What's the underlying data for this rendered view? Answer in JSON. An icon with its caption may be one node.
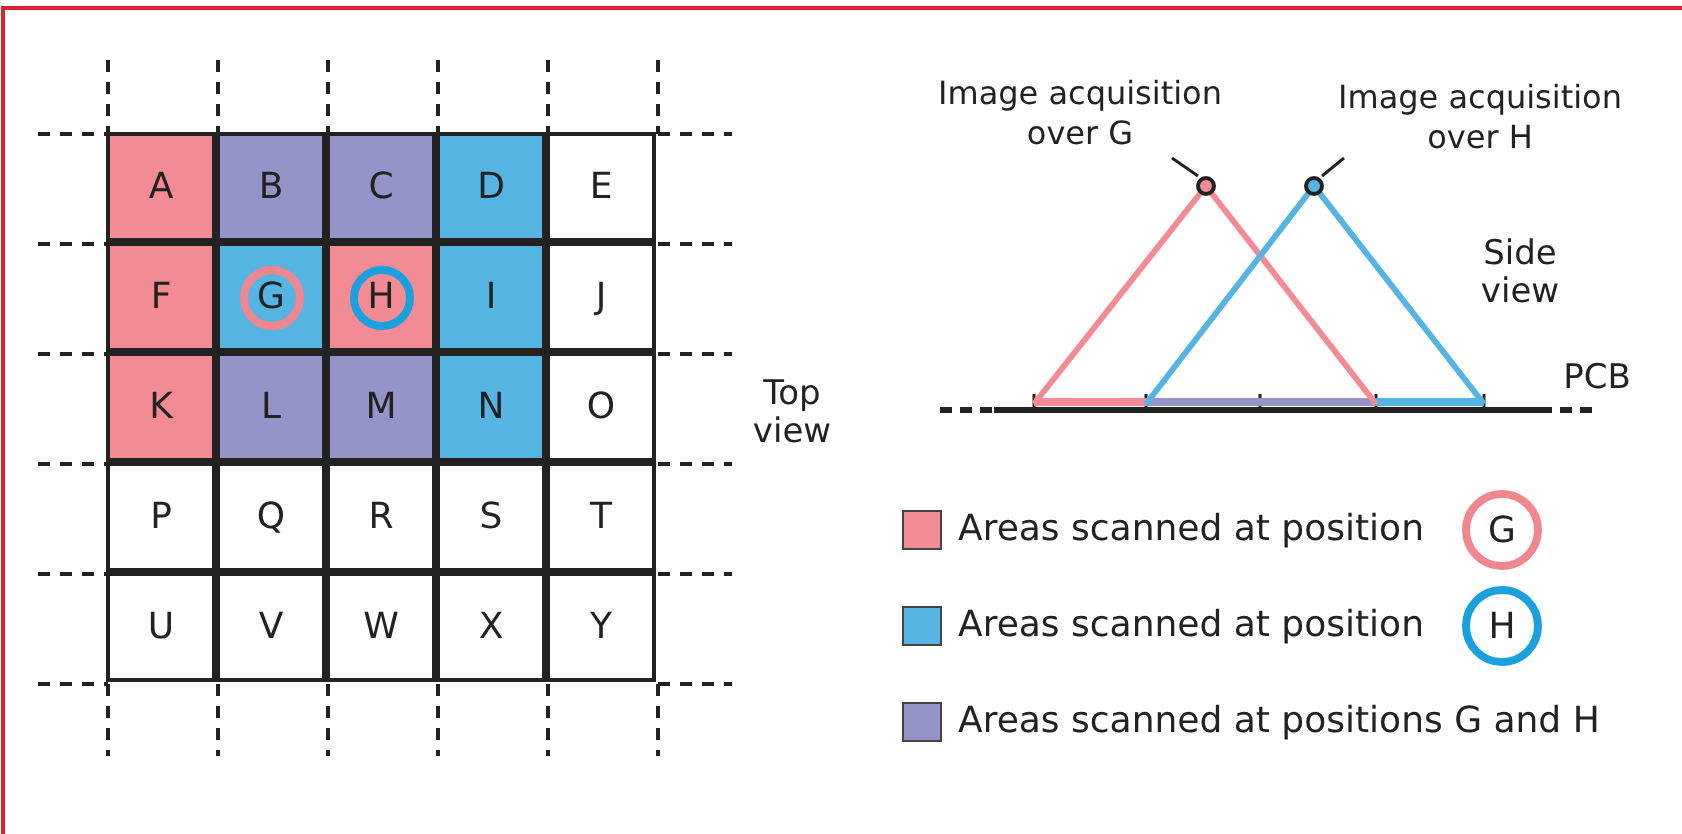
{
  "diagram": {
    "nodes": [
      {
        "text": [
          "A"
        ]
      },
      {
        "text": [
          "B"
        ]
      },
      {
        "text": [
          "C"
        ]
      },
      {
        "text": [
          "D"
        ]
      },
      {
        "text": [
          "E"
        ]
      },
      {
        "text": [
          "F"
        ]
      },
      {
        "text": [
          "G"
        ]
      },
      {
        "text": [
          "H"
        ]
      },
      {
        "text": [
          "I"
        ]
      },
      {
        "text": [
          "J"
        ]
      },
      {
        "text": [
          "K"
        ]
      },
      {
        "text": [
          "L"
        ]
      },
      {
        "text": [
          "M"
        ]
      },
      {
        "text": [
          "N"
        ]
      },
      {
        "text": [
          "O"
        ]
      },
      {
        "text": [
          "P"
        ]
      },
      {
        "text": [
          "Q"
        ]
      },
      {
        "text": [
          "R"
        ]
      },
      {
        "text": [
          "S"
        ]
      },
      {
        "text": [
          "T"
        ]
      },
      {
        "text": [
          "U"
        ]
      },
      {
        "text": [
          "V"
        ]
      },
      {
        "text": [
          "W"
        ]
      },
      {
        "text": [
          "X"
        ]
      },
      {
        "text": [
          "Y"
        ]
      },
      {
        "text": [
          "Image acquisition over G"
        ]
      },
      {
        "text": [],
        "shape": "circle"
      },
      {
        "text": [
          "Image acquisition over H"
        ]
      },
      {
        "text": [],
        "shape": "circle"
      }
    ],
    "edges": [
      {
        "from": 25,
        "to": 26,
        "arrow": "none"
      },
      {
        "from": 27,
        "to": 28,
        "arrow": "none"
      }
    ],
    "labels": [
      "Side view",
      "PCB",
      "Top view",
      "G",
      "H"
    ],
    "legend": [
      {
        "text": "Areas scanned at position",
        "color": "#f28b94"
      },
      {
        "text": "Areas scanned at position",
        "color": "#56b4e2"
      },
      {
        "text": "Areas scanned at positions G and H",
        "color": "#9594c8"
      }
    ]
  }
}
